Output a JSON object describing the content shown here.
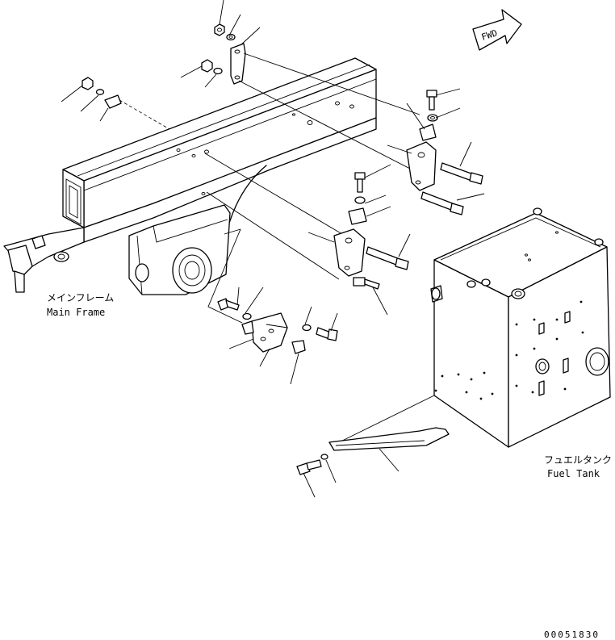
{
  "labels": {
    "main_frame_jp": "メインフレーム",
    "main_frame_en": "Main Frame",
    "fuel_tank_jp": "フュエルタンク",
    "fuel_tank_en": "Fuel Tank",
    "direction": "FWD",
    "drawing_number": "00051830"
  },
  "icons": {
    "direction_arrow": "fwd-arrow-icon"
  },
  "colors": {
    "line": "#000000",
    "background": "#ffffff"
  }
}
